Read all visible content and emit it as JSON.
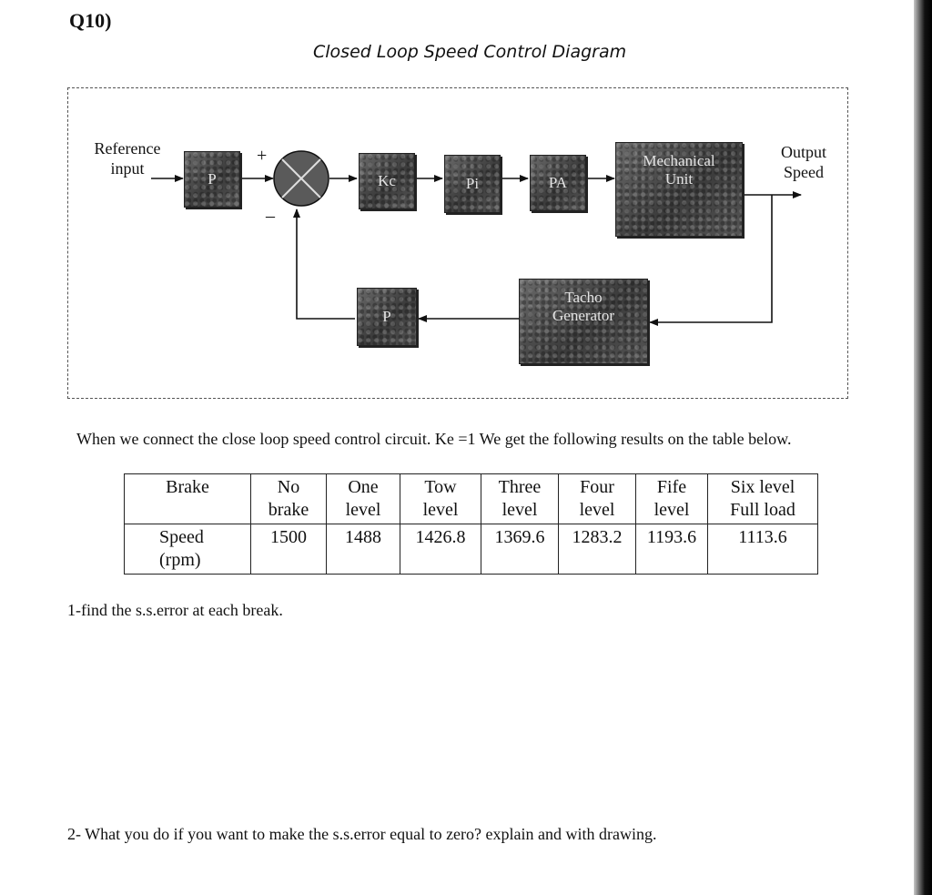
{
  "question": {
    "number": "Q10)"
  },
  "diagram": {
    "title": "Closed Loop Speed Control Diagram",
    "reference_label_line1": "Reference",
    "reference_label_line2": "input",
    "output_label_line1": "Output",
    "output_label_line2": "Speed",
    "plus_sign": "+",
    "minus_sign": "–",
    "blocks": {
      "input_p": "P",
      "kc": "Kc",
      "pi": "Pi",
      "pa": "PA",
      "mech_line1": "Mechanical",
      "mech_line2": "Unit",
      "tacho_line1": "Tacho",
      "tacho_line2": "Generator",
      "feedback_p": "P"
    }
  },
  "intro_sentence": "When we connect the close loop speed control circuit. Ke =1 We get the following results on the table below.",
  "table": {
    "brake_header": "Brake",
    "speed_header": "Speed\n(rpm)",
    "columns": [
      {
        "brake": "No\nbrake",
        "speed": "1500"
      },
      {
        "brake": "One\nlevel",
        "speed": "1488"
      },
      {
        "brake": "Tow\nlevel",
        "speed": "1426.8"
      },
      {
        "brake": "Three\nlevel",
        "speed": "1369.6"
      },
      {
        "brake": "Four\nlevel",
        "speed": "1283.2"
      },
      {
        "brake": "Fife\nlevel",
        "speed": "1193.6"
      },
      {
        "brake": "Six level\nFull load",
        "speed": "1113.6"
      }
    ]
  },
  "questions": {
    "q1": "1-find the s.s.error at each break.",
    "q2": "2- What you do if you want to make the s.s.error equal to zero? explain and with drawing."
  }
}
